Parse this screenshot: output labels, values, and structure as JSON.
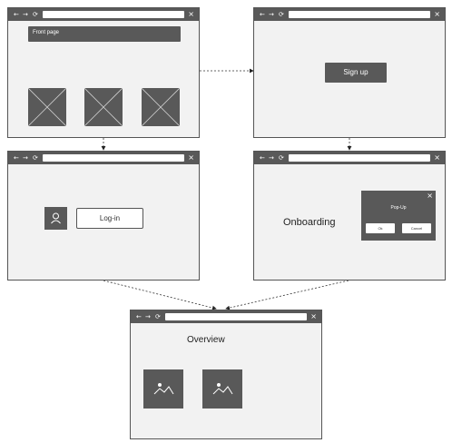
{
  "browser": {
    "back_icon": "←",
    "forward_icon": "→",
    "reload_icon": "⟳",
    "close_icon": "×"
  },
  "front_page": {
    "banner_label": "Front page"
  },
  "signup": {
    "button_label": "Sign up"
  },
  "login": {
    "button_label": "Log-in"
  },
  "onboarding": {
    "title": "Onboarding",
    "popup": {
      "title": "Pop-Up",
      "close_icon": "×",
      "ok_label": "Ok",
      "cancel_label": "Cancel"
    }
  },
  "overview": {
    "title": "Overview"
  },
  "colors": {
    "chrome": "#595959",
    "window_bg": "#f2f2f2",
    "border": "#555555"
  }
}
